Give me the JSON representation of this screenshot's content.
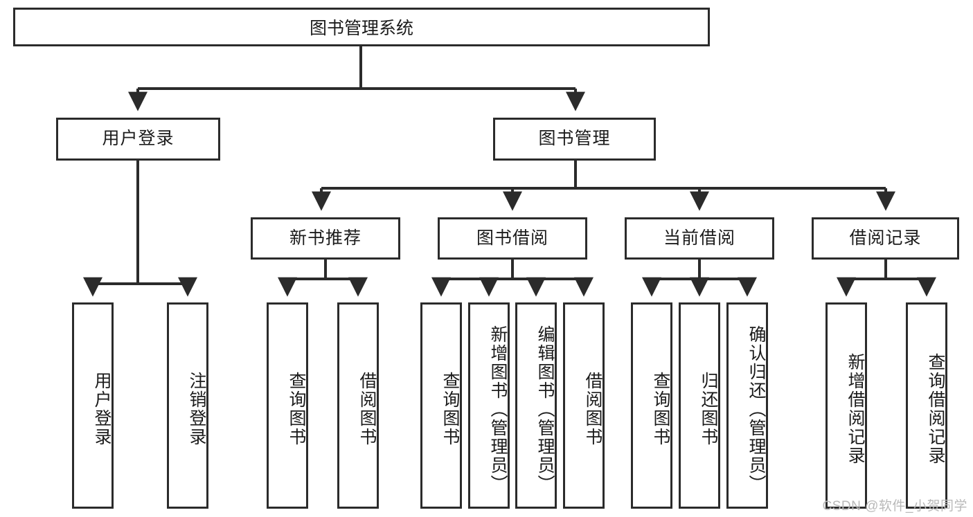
{
  "diagram": {
    "title": "图书管理系统",
    "type": "tree-hierarchy-diagram",
    "root": {
      "label": "图书管理系统"
    },
    "level2": [
      {
        "label": "用户登录"
      },
      {
        "label": "图书管理"
      }
    ],
    "level3": [
      {
        "label": "新书推荐"
      },
      {
        "label": "图书借阅"
      },
      {
        "label": "当前借阅"
      },
      {
        "label": "借阅记录"
      }
    ],
    "leaves": {
      "user_login": [
        {
          "label": "用户登录"
        },
        {
          "label": "注销登录"
        }
      ],
      "new_book_recommend": [
        {
          "label": "查询图书"
        },
        {
          "label": "借阅图书"
        }
      ],
      "book_borrow": [
        {
          "label": "查询图书"
        },
        {
          "label": "新增图书（管理员）"
        },
        {
          "label": "编辑图书（管理员）"
        },
        {
          "label": "借阅图书"
        }
      ],
      "current_borrow": [
        {
          "label": "查询图书"
        },
        {
          "label": "归还图书"
        },
        {
          "label": "确认归还（管理员）"
        }
      ],
      "borrow_records": [
        {
          "label": "新增借阅记录"
        },
        {
          "label": "查询借阅记录"
        }
      ]
    }
  },
  "watermark": {
    "text": "CSDN @软件_小贺同学"
  },
  "colors": {
    "border": "#2b2b2b",
    "background": "#ffffff",
    "text": "#1b1b1b",
    "watermark": "#b9b9b9"
  }
}
